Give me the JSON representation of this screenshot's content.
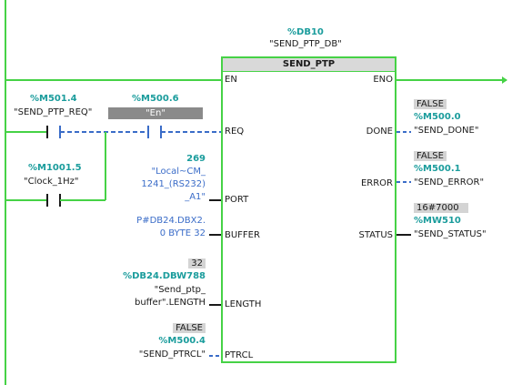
{
  "instance": {
    "db": "%DB10",
    "db_name": "\"SEND_PTP_DB\""
  },
  "block": {
    "title": "SEND_PTP",
    "pins_in": {
      "en": "EN",
      "req": "REQ",
      "port": "PORT",
      "buffer": "BUFFER",
      "length": "LENGTH",
      "ptrcl": "PTRCL"
    },
    "pins_out": {
      "eno": "ENO",
      "done": "DONE",
      "error": "ERROR",
      "status": "STATUS"
    }
  },
  "contacts": {
    "req_contact": {
      "address": "%M501.4",
      "name": "\"SEND_PTP_REQ\""
    },
    "en_contact": {
      "address": "%M500.6",
      "name": "\"En\""
    },
    "clock_contact": {
      "address": "%M1001.5",
      "name": "\"Clock_1Hz\""
    }
  },
  "inputs": {
    "port": {
      "value": "269",
      "line1": "\"Local~CM_",
      "line2": "1241_(RS232)",
      "line3": "_A1\""
    },
    "buffer": {
      "line1": "P#DB24.DBX2.",
      "line2": "0 BYTE 32"
    },
    "length": {
      "value": "32",
      "address": "%DB24.DBW788",
      "line1": "\"Send_ptp_",
      "line2": "buffer\".LENGTH"
    },
    "ptrcl": {
      "value": "FALSE",
      "address": "%M500.4",
      "name": "\"SEND_PTRCL\""
    }
  },
  "outputs": {
    "done": {
      "value": "FALSE",
      "address": "%M500.0",
      "name": "\"SEND_DONE\""
    },
    "error": {
      "value": "FALSE",
      "address": "%M500.1",
      "name": "\"SEND_ERROR\""
    },
    "status": {
      "value": "16#7000",
      "address": "%MW510",
      "name": "\"SEND_STATUS\""
    }
  },
  "colors": {
    "energized": "#46d246",
    "deenergized": "#3a6cc8",
    "address": "#1a9c9c",
    "value_bg": "#d4d4d4"
  }
}
